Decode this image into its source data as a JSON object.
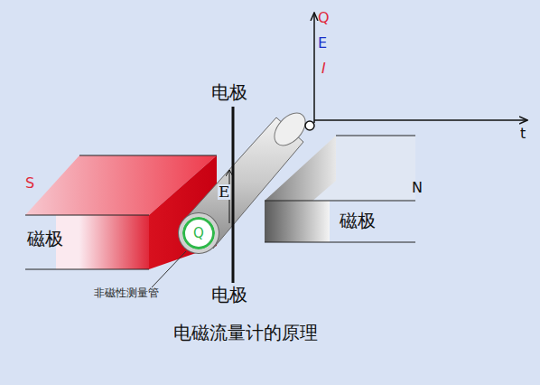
{
  "diagram": {
    "caption": "电磁流量计的原理",
    "nodes": [
      {
        "text": [
          "磁极"
        ]
      },
      {
        "text": [
          "磁极"
        ]
      },
      {
        "text": [
          "Q"
        ]
      }
    ],
    "labels": [
      "电极",
      "电极",
      "S",
      "N",
      "E",
      "非磁性测量管",
      "Q",
      "E",
      "I",
      "t"
    ]
  }
}
